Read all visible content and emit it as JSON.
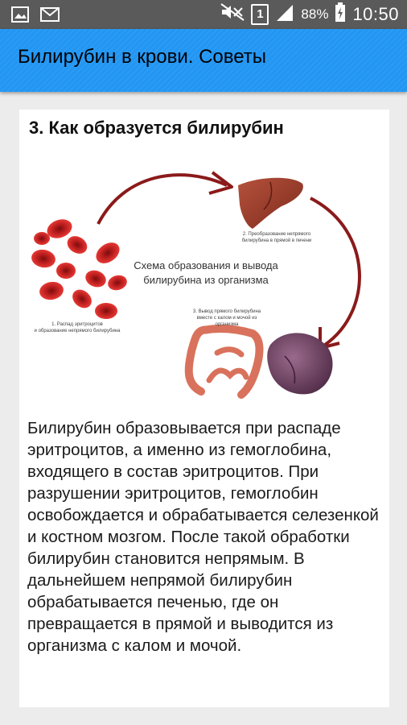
{
  "status_bar": {
    "sim_label": "1",
    "battery": "88%",
    "time": "10:50",
    "icons": [
      "image-icon",
      "mail-icon",
      "mute-icon",
      "signal-icon",
      "battery-charging-icon"
    ]
  },
  "app_bar": {
    "title": "Билирубин в крови. Советы"
  },
  "section": {
    "heading": "3. Как образуется билирубин",
    "diagram": {
      "center_title_line1": "Схема образования и вывода",
      "center_title_line2": "билирубина из организма",
      "caption_1_line1": "1. Распад эритроцитов",
      "caption_1_line2": "и образование непрямого билирубина",
      "caption_2_line1": "2. Преобразование непрямого",
      "caption_2_line2": "билирубина в прямой в печени",
      "caption_3_line1": "3. Вывод прямого билирубина",
      "caption_3_line2": "вместе с калом и мочой из",
      "caption_3_line3": "организма"
    },
    "body": "Билирубин образовывается при распаде эритроцитов, а именно из гемоглобина, входящего в состав эритроцитов. При разрушении эритроцитов, гемоглобин освобождается и обрабатывается селезенкой и костном мозгом. После такой обработки билирубин становится непрямым. В дальнейшем непрямой билирубин обрабатывается печенью, где он превращается в прямой и выводится из организма с калом и мочой."
  },
  "colors": {
    "app_bar": "#2196f3",
    "status_bar": "#5a5a5a",
    "arrow": "#8b1a1a",
    "cells": "#c62828",
    "liver": "#9c3b2a",
    "spleen": "#6a3b5c"
  }
}
